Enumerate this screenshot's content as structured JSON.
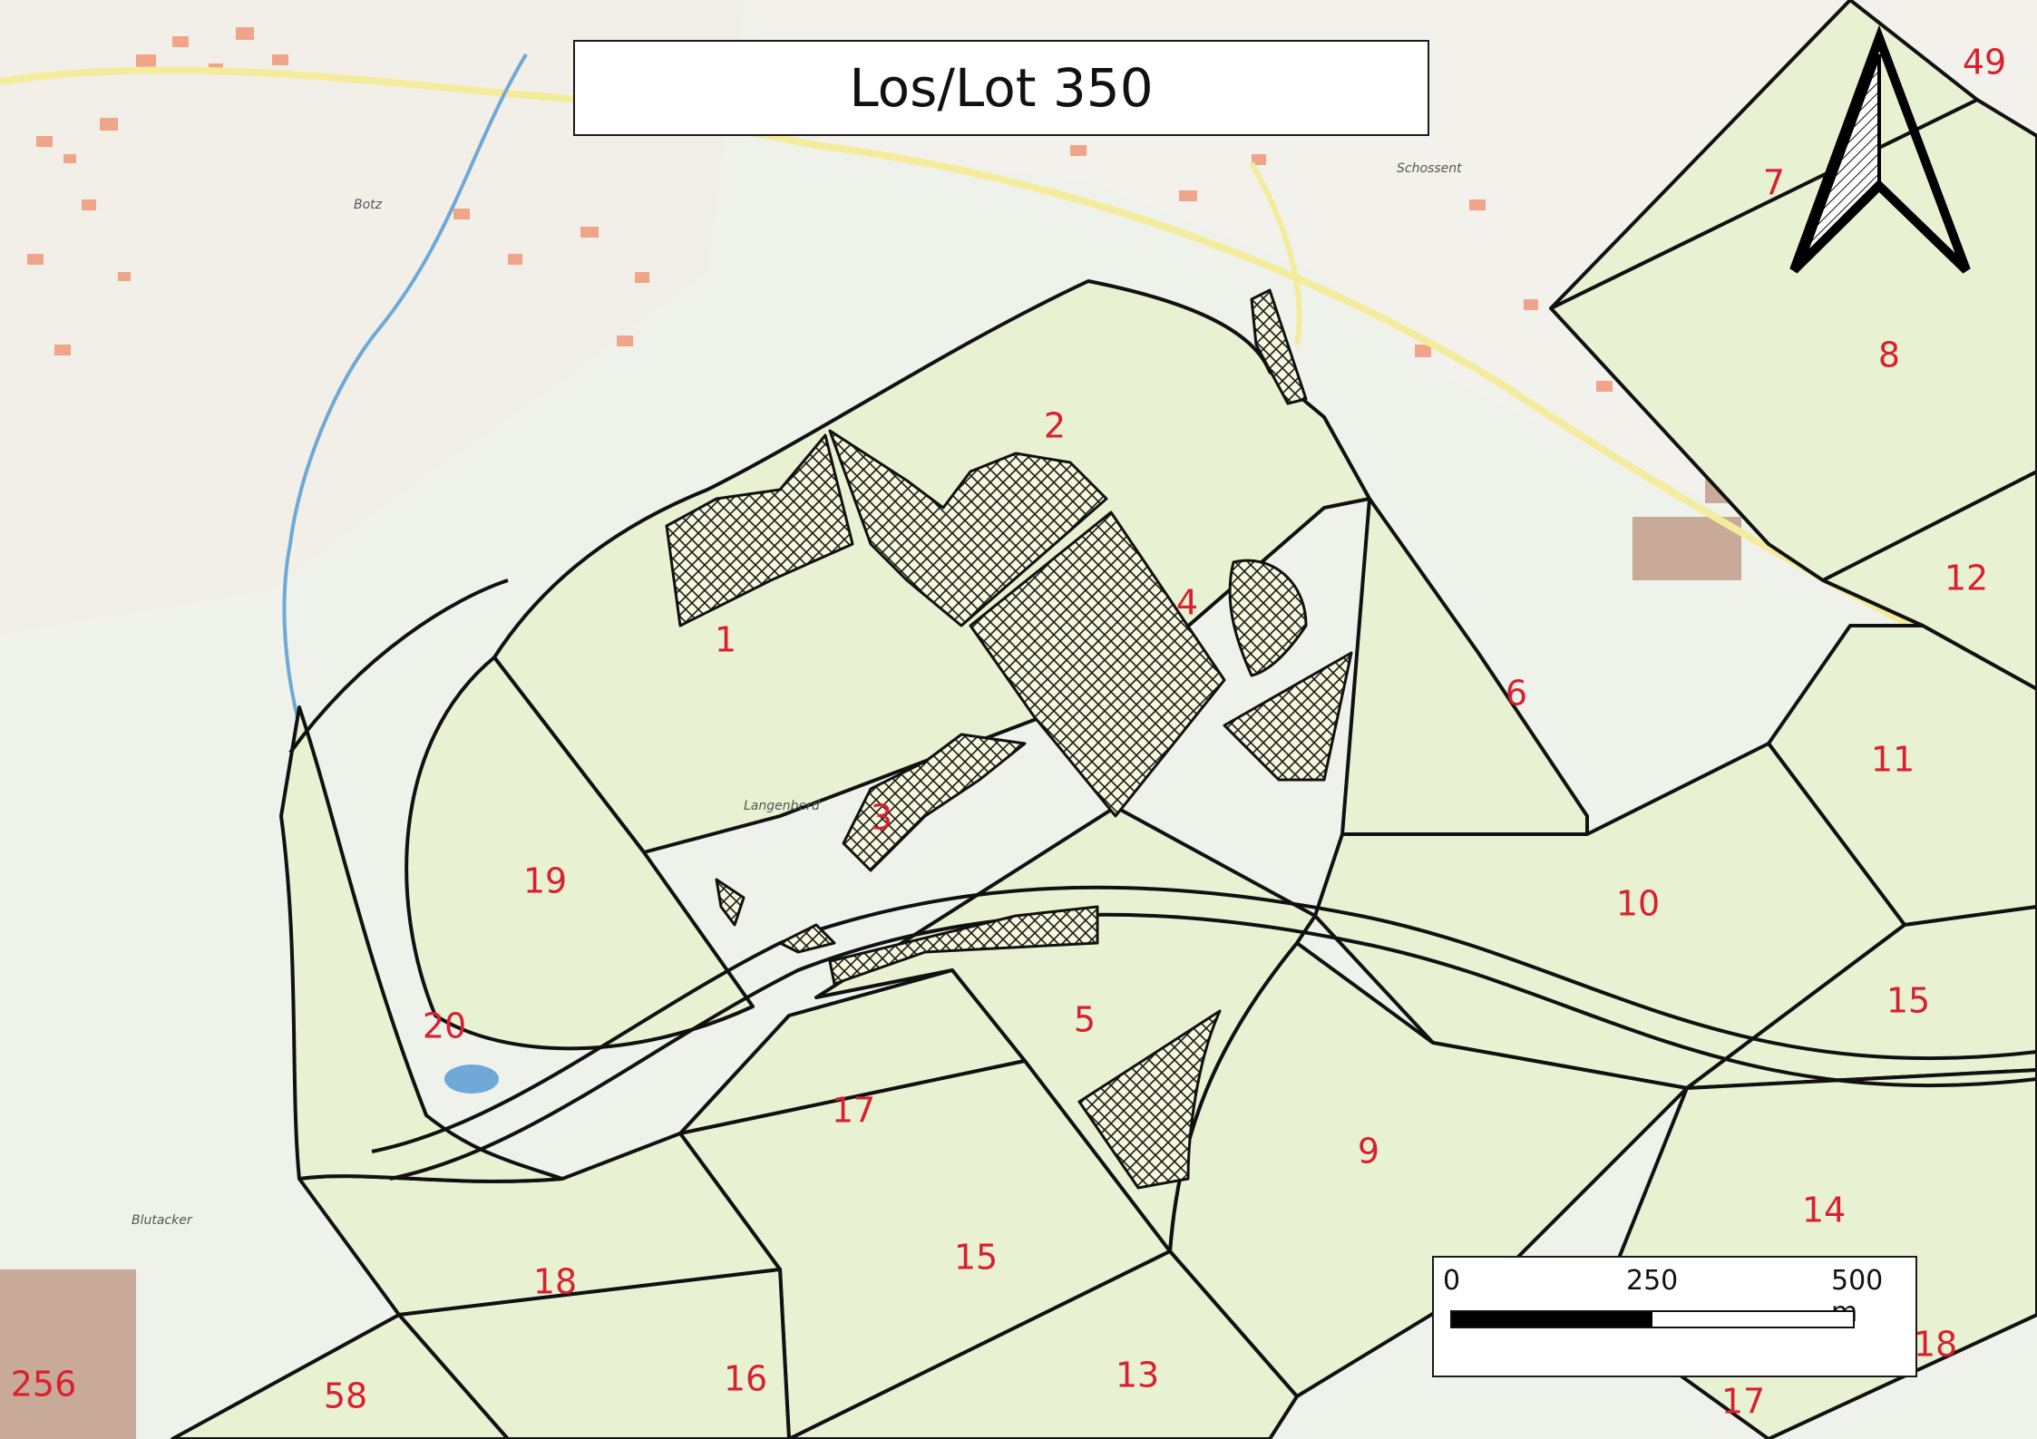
{
  "title": "Los/Lot 350",
  "colors": {
    "base_map": "#eef2ea",
    "parcel_fill": "#e8f1d2",
    "parcel_border": "#111111",
    "hatch": "#1a1a1a",
    "label": "#d9202e",
    "road": "#f4ec9c",
    "water": "#6ea9d8",
    "building": "#f0a48a"
  },
  "place_names": [
    "Botz",
    "Schossent",
    "Langenberd",
    "Blutacker"
  ],
  "lots": [
    {
      "id": "1"
    },
    {
      "id": "2"
    },
    {
      "id": "3"
    },
    {
      "id": "4"
    },
    {
      "id": "5"
    },
    {
      "id": "6"
    },
    {
      "id": "7"
    },
    {
      "id": "8"
    },
    {
      "id": "9"
    },
    {
      "id": "10"
    },
    {
      "id": "11"
    },
    {
      "id": "12"
    },
    {
      "id": "13"
    },
    {
      "id": "14"
    },
    {
      "id": "15"
    },
    {
      "id": "15"
    },
    {
      "id": "16"
    },
    {
      "id": "17"
    },
    {
      "id": "17"
    },
    {
      "id": "18"
    },
    {
      "id": "18"
    },
    {
      "id": "19"
    },
    {
      "id": "20"
    },
    {
      "id": "49"
    },
    {
      "id": "58"
    },
    {
      "id": "256"
    }
  ],
  "scale_bar": {
    "labels": [
      "0",
      "250",
      "500 m"
    ]
  },
  "north_arrow": {
    "icon": "north-arrow-icon"
  }
}
